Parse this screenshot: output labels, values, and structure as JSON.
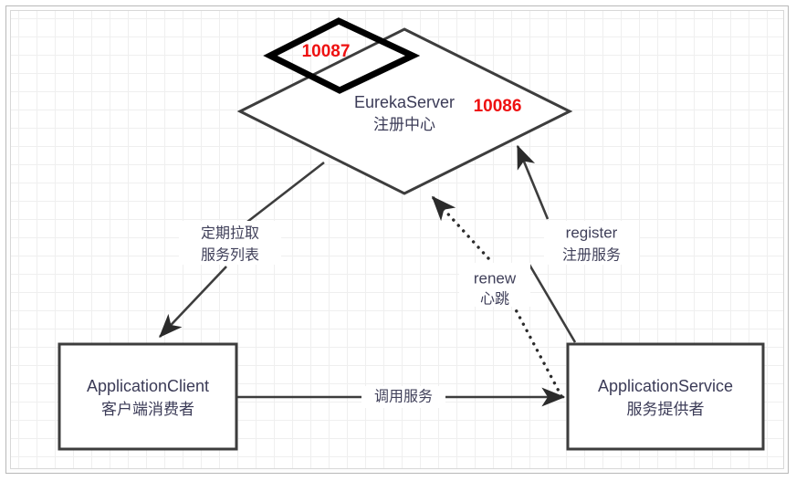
{
  "diagram": {
    "title": "Eureka service registry architecture",
    "colors": {
      "node_stroke": "#3d3d3d",
      "highlight_stroke": "#000000",
      "label_text": "#40405a",
      "port_text": "#ee1111",
      "canvas_background": "#ffffff",
      "grid_line": "#e2e2e2"
    },
    "nodes": {
      "eureka_server": {
        "shape": "diamond",
        "name": "EurekaServer",
        "subtitle": "注册中心",
        "port": "10086"
      },
      "eureka_server_peer": {
        "shape": "diamond",
        "highlighted": true,
        "port": "10087"
      },
      "application_client": {
        "shape": "rectangle",
        "name": "ApplicationClient",
        "subtitle": "客户端消费者"
      },
      "application_service": {
        "shape": "rectangle",
        "name": "ApplicationService",
        "subtitle": "服务提供者"
      }
    },
    "edges": {
      "pull": {
        "from": "eureka_server",
        "to": "application_client",
        "line": "solid",
        "label_line1": "定期拉取",
        "label_line2": "服务列表"
      },
      "register": {
        "from": "application_service",
        "to": "eureka_server",
        "line": "solid",
        "label_line1": "register",
        "label_line2": "注册服务"
      },
      "renew": {
        "from": "application_service",
        "to": "eureka_server",
        "line": "dotted",
        "label_line1": "renew",
        "label_line2": "心跳"
      },
      "invoke": {
        "from": "application_client",
        "to": "application_service",
        "line": "solid",
        "label": "调用服务"
      }
    }
  }
}
